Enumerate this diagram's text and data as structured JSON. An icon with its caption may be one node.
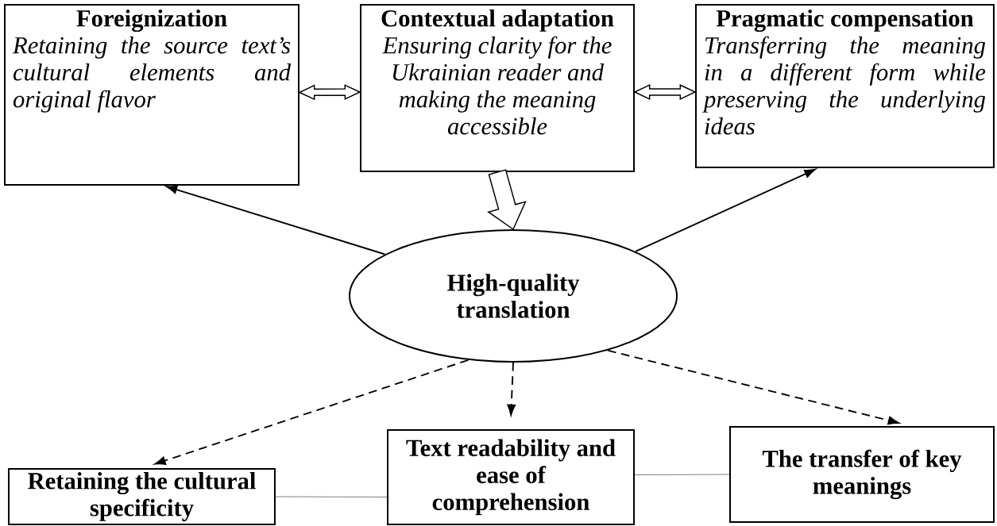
{
  "diagram": {
    "nodes": [
      {
        "text": [
          "Foreignization",
          "Retaining the source text’s cultural elements and original flavor"
        ]
      },
      {
        "text": [
          "Contextual adaptation",
          "Ensuring clarity for the Ukrainian reader and making the meaning accessible"
        ]
      },
      {
        "text": [
          "Pragmatic compensation",
          "Transferring the meaning in a different form while preserving the underlying ideas"
        ]
      },
      {
        "text": [
          "High-quality translation"
        ]
      },
      {
        "text": [
          "Retaining the cultural specificity"
        ]
      },
      {
        "text": [
          "Text readability and ease of comprehension"
        ]
      },
      {
        "text": [
          "The transfer of key meanings"
        ]
      }
    ],
    "edges": [
      {
        "from": 0,
        "to": 1,
        "arrow": "both",
        "style": "thick"
      },
      {
        "from": 1,
        "to": 2,
        "arrow": "both",
        "style": "thick"
      },
      {
        "from": 1,
        "to": 3,
        "arrow": "to",
        "style": "thick"
      },
      {
        "from": 3,
        "to": 0,
        "arrow": "to"
      },
      {
        "from": 3,
        "to": 2,
        "arrow": "to"
      },
      {
        "from": 3,
        "to": 4,
        "arrow": "to",
        "style": "dashed"
      },
      {
        "from": 3,
        "to": 5,
        "arrow": "to",
        "style": "dashed"
      },
      {
        "from": 3,
        "to": 6,
        "arrow": "to",
        "style": "dashed"
      },
      {
        "from": 4,
        "to": 5,
        "arrow": "none",
        "color": "#808080"
      },
      {
        "from": 5,
        "to": 6,
        "arrow": "none",
        "color": "#808080"
      }
    ]
  }
}
